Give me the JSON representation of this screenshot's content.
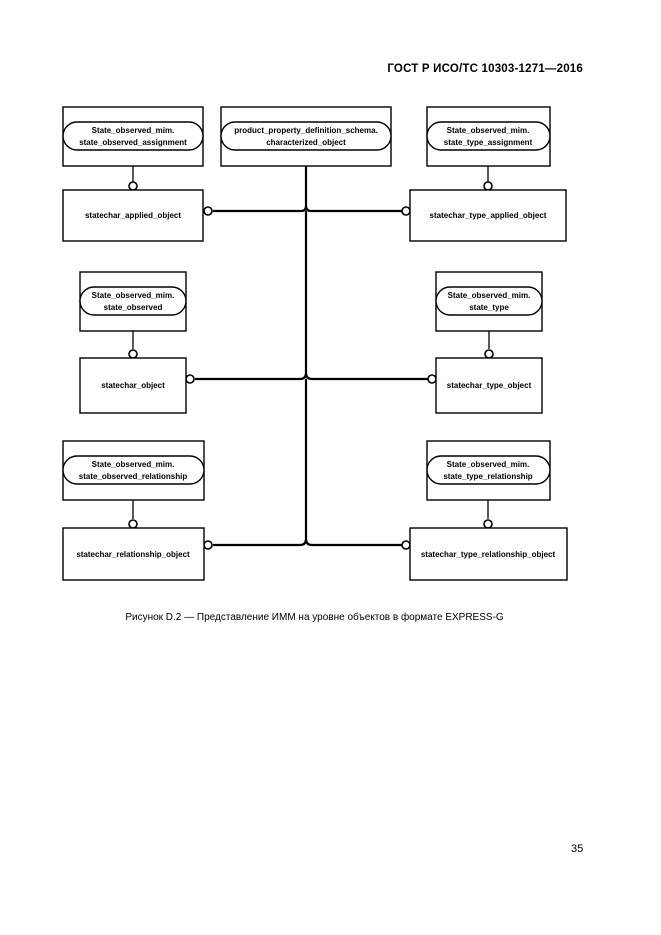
{
  "header": {
    "doc_number": "ГОСТ Р ИСО/ТС 10303-1271—2016"
  },
  "diagram": {
    "central_ref": {
      "line1": "product_property_definition_schema.",
      "line2": "characterized_object"
    },
    "left": [
      {
        "ref_line1": "State_observed_mim.",
        "ref_line2": "state_observed_assignment",
        "entity": "statechar_applied_object"
      },
      {
        "ref_line1": "State_observed_mim.",
        "ref_line2": "state_observed",
        "entity": "statechar_object"
      },
      {
        "ref_line1": "State_observed_mim.",
        "ref_line2": "state_observed_relationship",
        "entity": "statechar_relationship_object"
      }
    ],
    "right": [
      {
        "ref_line1": "State_observed_mim.",
        "ref_line2": "state_type_assignment",
        "entity": "statechar_type_applied_object"
      },
      {
        "ref_line1": "State_observed_mim.",
        "ref_line2": "state_type",
        "entity": "statechar_type_object"
      },
      {
        "ref_line1": "State_observed_mim.",
        "ref_line2": "state_type_relationship",
        "entity": "statechar_type_relationship_object"
      }
    ]
  },
  "caption": "Рисунок D.2 — Представление ИММ на уровне объектов в формате EXPRESS-G",
  "footer": {
    "page_number": "35"
  }
}
